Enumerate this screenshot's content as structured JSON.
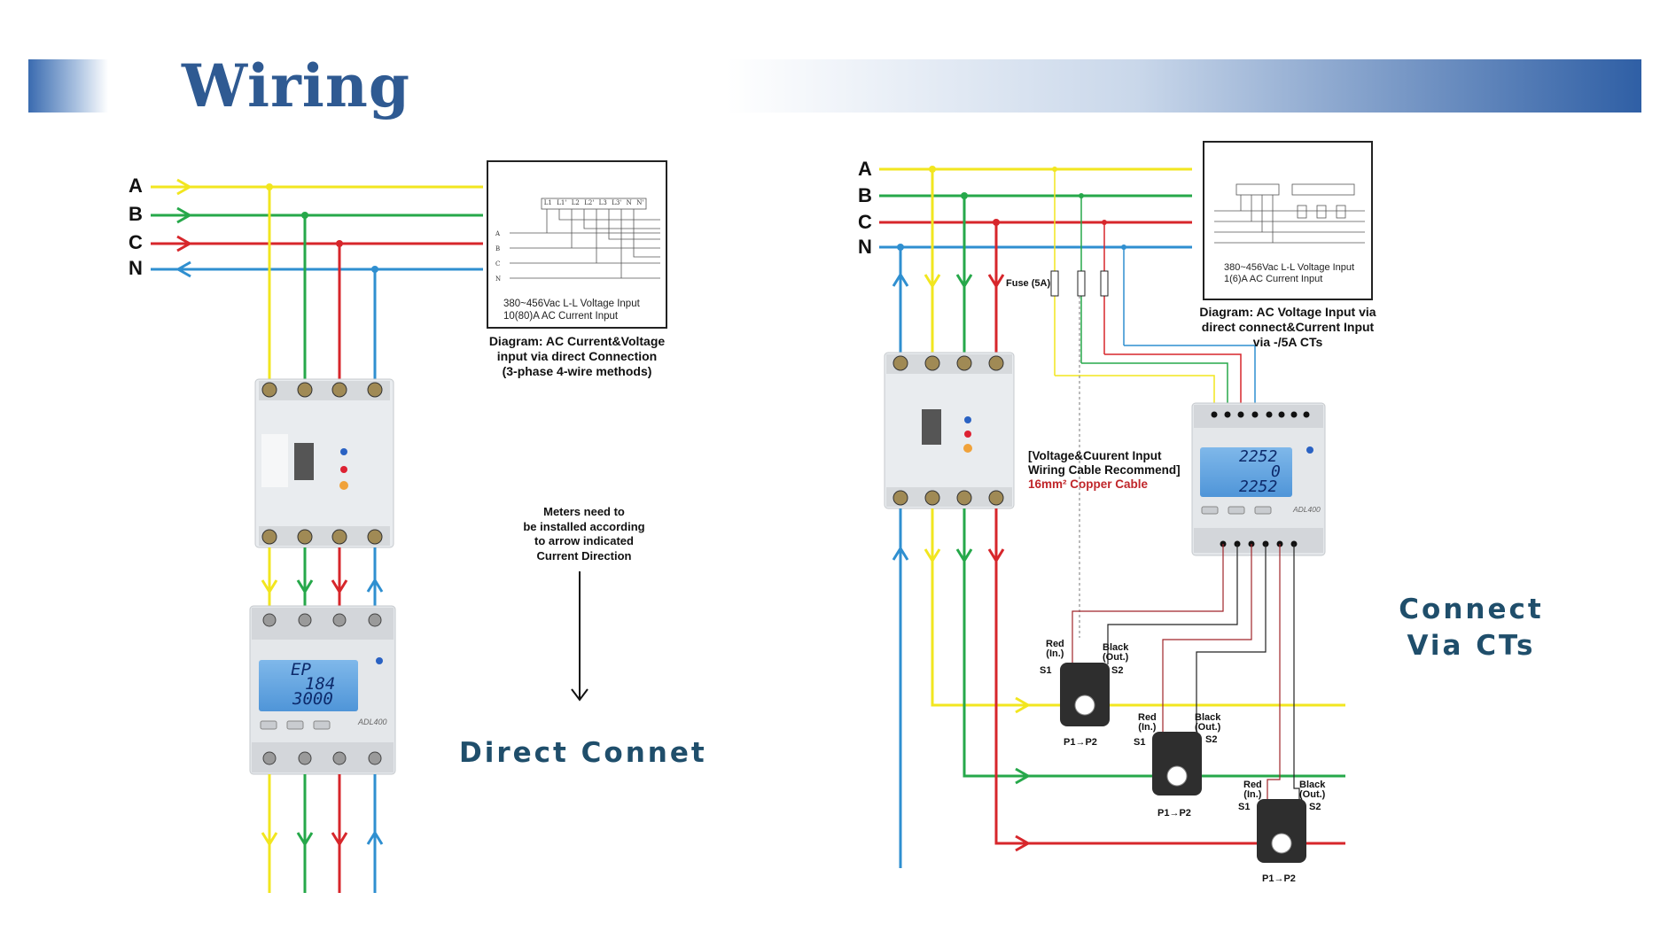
{
  "header": {
    "title": "Wiring"
  },
  "phases": [
    "A",
    "B",
    "C",
    "N"
  ],
  "left": {
    "inset_terminal_labels": [
      "L1",
      "L1'",
      "L2",
      "L2'",
      "L3",
      "L3'",
      "N",
      "N'"
    ],
    "inset_phase_labels": [
      "A",
      "B",
      "C",
      "N"
    ],
    "inset_spec_line1": "380~456Vac L-L Voltage Input",
    "inset_spec_line2": "10(80)A AC Current Input",
    "diagram_caption_line1": "Diagram: AC Current&Voltage",
    "diagram_caption_line2": "input via direct Connection",
    "diagram_caption_line3": "(3-phase 4-wire methods)",
    "arrow_note_line1": "Meters need to",
    "arrow_note_line2": "be installed according",
    "arrow_note_line3": "to arrow indicated",
    "arrow_note_line4": "Current Direction",
    "section_title": "Direct Connet",
    "meter": {
      "line1": "EP",
      "line2": "184",
      "line3": "3000",
      "model": "ADL400"
    }
  },
  "right": {
    "inset_spec_line1": "380~456Vac L-L Voltage Input",
    "inset_spec_line2": "1(6)A AC Current Input",
    "diagram_caption_line1": "Diagram: AC Voltage Input via",
    "diagram_caption_line2": "direct connect&Current Input",
    "diagram_caption_line3": "via -/5A CTs",
    "fuse_label": "Fuse (5A)",
    "cable_note_line1": "[Voltage&Cuurent Input",
    "cable_note_line2": "Wiring Cable Recommend]",
    "cable_note_line3": "16mm² Copper Cable",
    "section_title_line1": "Connect",
    "section_title_line2": "Via CTs",
    "meter": {
      "line1": "2252",
      "line2": "0",
      "line3": "2252",
      "model": "ADL400"
    },
    "ct": {
      "red_label": "Red\n(In.)",
      "black_label": "Black\n(Out.)",
      "s1": "S1",
      "s2": "S2",
      "direction": "P1→P2"
    }
  },
  "colors": {
    "phase_a": "#f2e61f",
    "phase_b": "#26a84a",
    "phase_c": "#d7262b",
    "phase_n": "#2f8fd0",
    "title": "#2f5a92",
    "section_title": "#1f4e6b"
  }
}
